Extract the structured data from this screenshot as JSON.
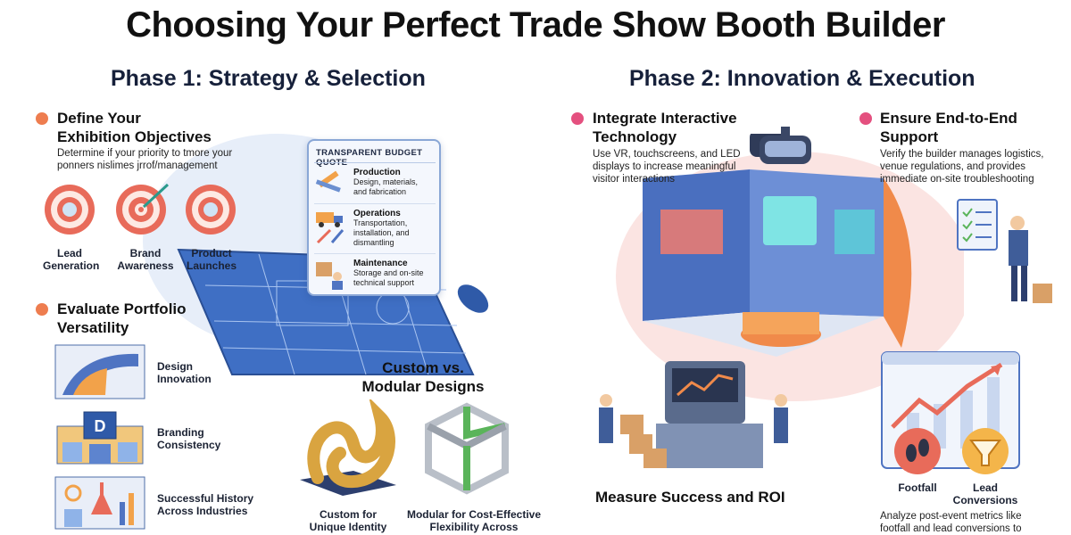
{
  "title": "Choosing Your Perfect Trade Show Booth Builder",
  "phase1": {
    "heading": "Phase 1: Strategy & Selection",
    "objectives": {
      "title": "Define Your Exhibition Objectives",
      "title_line1": "Define Your",
      "title_line2": "Exhibition Objectives",
      "desc_line1": "Determine if your priority to tmore your",
      "desc_line2": "ponners nislimes jrrof/management",
      "targets": [
        {
          "line1": "Lead",
          "line2": "Generation"
        },
        {
          "line1": "Brand",
          "line2": "Awareness"
        },
        {
          "line1": "Product",
          "line2": "Launches"
        }
      ]
    },
    "portfolio": {
      "title_line1": "Evaluate Portfolio",
      "title_line2": "Versatility",
      "items": [
        {
          "line1": "Design",
          "line2": "Innovation"
        },
        {
          "line1": "Branding",
          "line2": "Consistency"
        },
        {
          "line1": "Successful History",
          "line2": "Across Industries"
        }
      ]
    },
    "quote": {
      "heading": "TRANSPARENT BUDGET QUOTE",
      "rows": [
        {
          "title": "Production",
          "d1": "Design, materials,",
          "d2": "and fabrication",
          "d3": ""
        },
        {
          "title": "Operations",
          "d1": "Transportation,",
          "d2": "installation, and",
          "d3": "dismantling"
        },
        {
          "title": "Maintenance",
          "d1": "Storage and on-site",
          "d2": "technical support",
          "d3": ""
        }
      ]
    },
    "designs": {
      "title_line1": "Custom vs.",
      "title_line2": "Modular Designs",
      "custom_line1": "Custom for",
      "custom_line2": "Unique Identity",
      "modular_line1": "Modular for Cost-Effective",
      "modular_line2": "Flexibility Across"
    }
  },
  "phase2": {
    "heading": "Phase 2: Innovation & Execution",
    "interactive": {
      "title_line1": "Integrate Interactive",
      "title_line2": "Technology",
      "d1": "Use VR, touchscreens, and LED",
      "d2": "displays to increase meaningful",
      "d3": "visitor interactions"
    },
    "support": {
      "title_line1": "Ensure End-to-End",
      "title_line2": "Support",
      "d1": "Verify the builder manages logistics,",
      "d2": "venue regulations, and provides",
      "d3": "immediate on-site troubleshooting"
    },
    "measure": {
      "title": "Measure Success and ROI",
      "footfall": "Footfall",
      "lead_line1": "Lead",
      "lead_line2": "Conversions",
      "d1": "Analyze post-event metrics like",
      "d2": "footfall and lead conversions to"
    }
  },
  "colors": {
    "orange": "#ee7d4f",
    "pink": "#e4507f",
    "blueprint": "#3f6fc4",
    "navy": "#1f2a44"
  }
}
